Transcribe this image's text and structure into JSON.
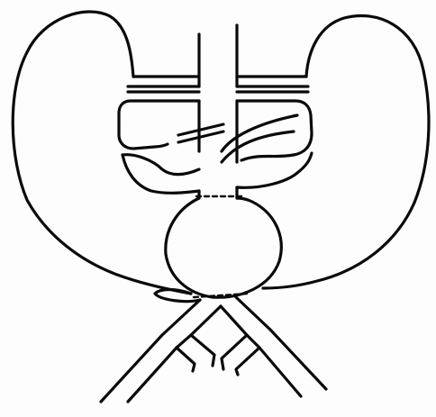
{
  "diagram": {
    "kind": "hand-drawn line sketch",
    "line_color": "#0a0a0a",
    "background_color": "#fdfdfd",
    "parts": [
      "left-large-lobe",
      "right-large-lobe",
      "central-vertical-vessel",
      "left-upper-chamber",
      "right-upper-chamber",
      "central-round-sac",
      "branching-lower-vessels"
    ]
  }
}
